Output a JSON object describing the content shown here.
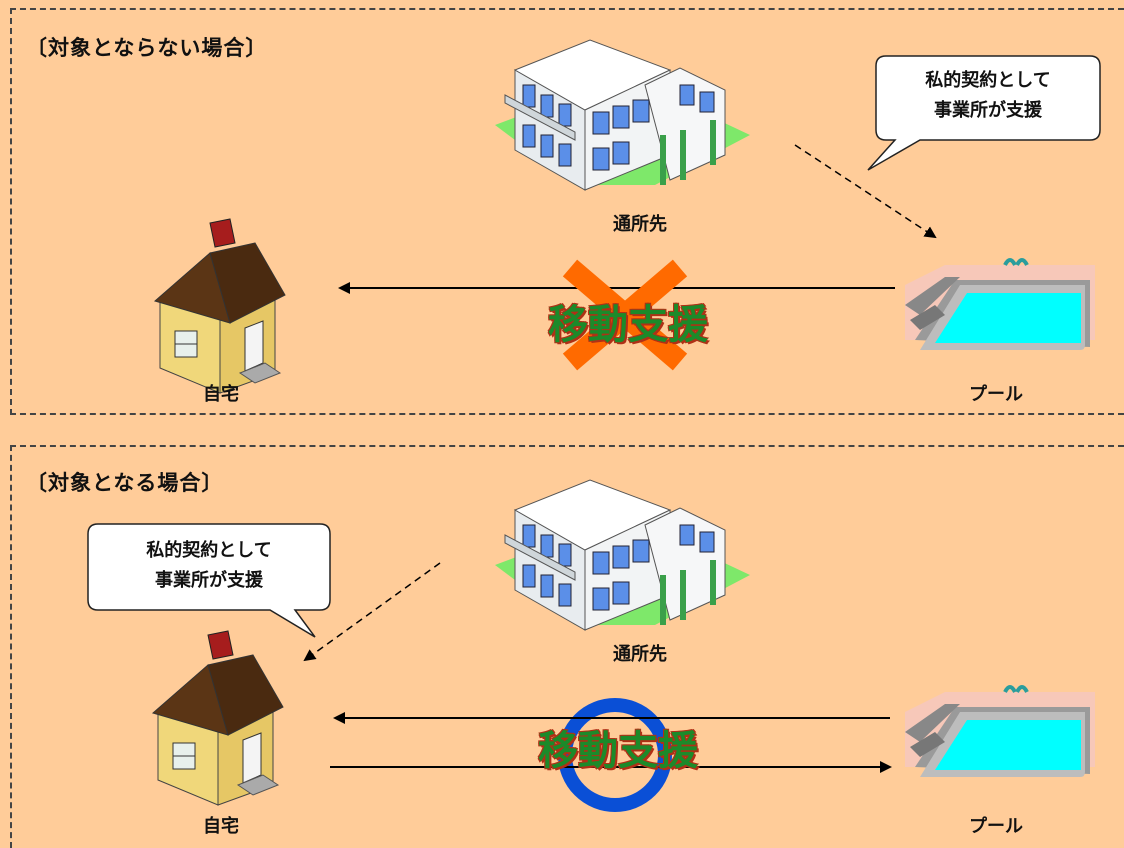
{
  "panel_top": {
    "title": "〔対象とならない場合〕"
  },
  "panel_bottom": {
    "title": "〔対象となる場合〕"
  },
  "labels": {
    "facility": "通所先",
    "home": "自宅",
    "pool": "プール",
    "movement_support": "移動支援"
  },
  "bubble": {
    "line1": "私的契約として",
    "line2": "事業所が支援"
  },
  "colors": {
    "background": "#ffcc99",
    "cross_mark": "#ff6a00",
    "circle_mark": "#0a4fd6",
    "label_green": "#1c8a2a"
  },
  "icons": {
    "facility": "building-icon",
    "home": "house-icon",
    "pool": "pool-icon",
    "cross": "cross-mark-icon",
    "circle": "circle-mark-icon"
  }
}
